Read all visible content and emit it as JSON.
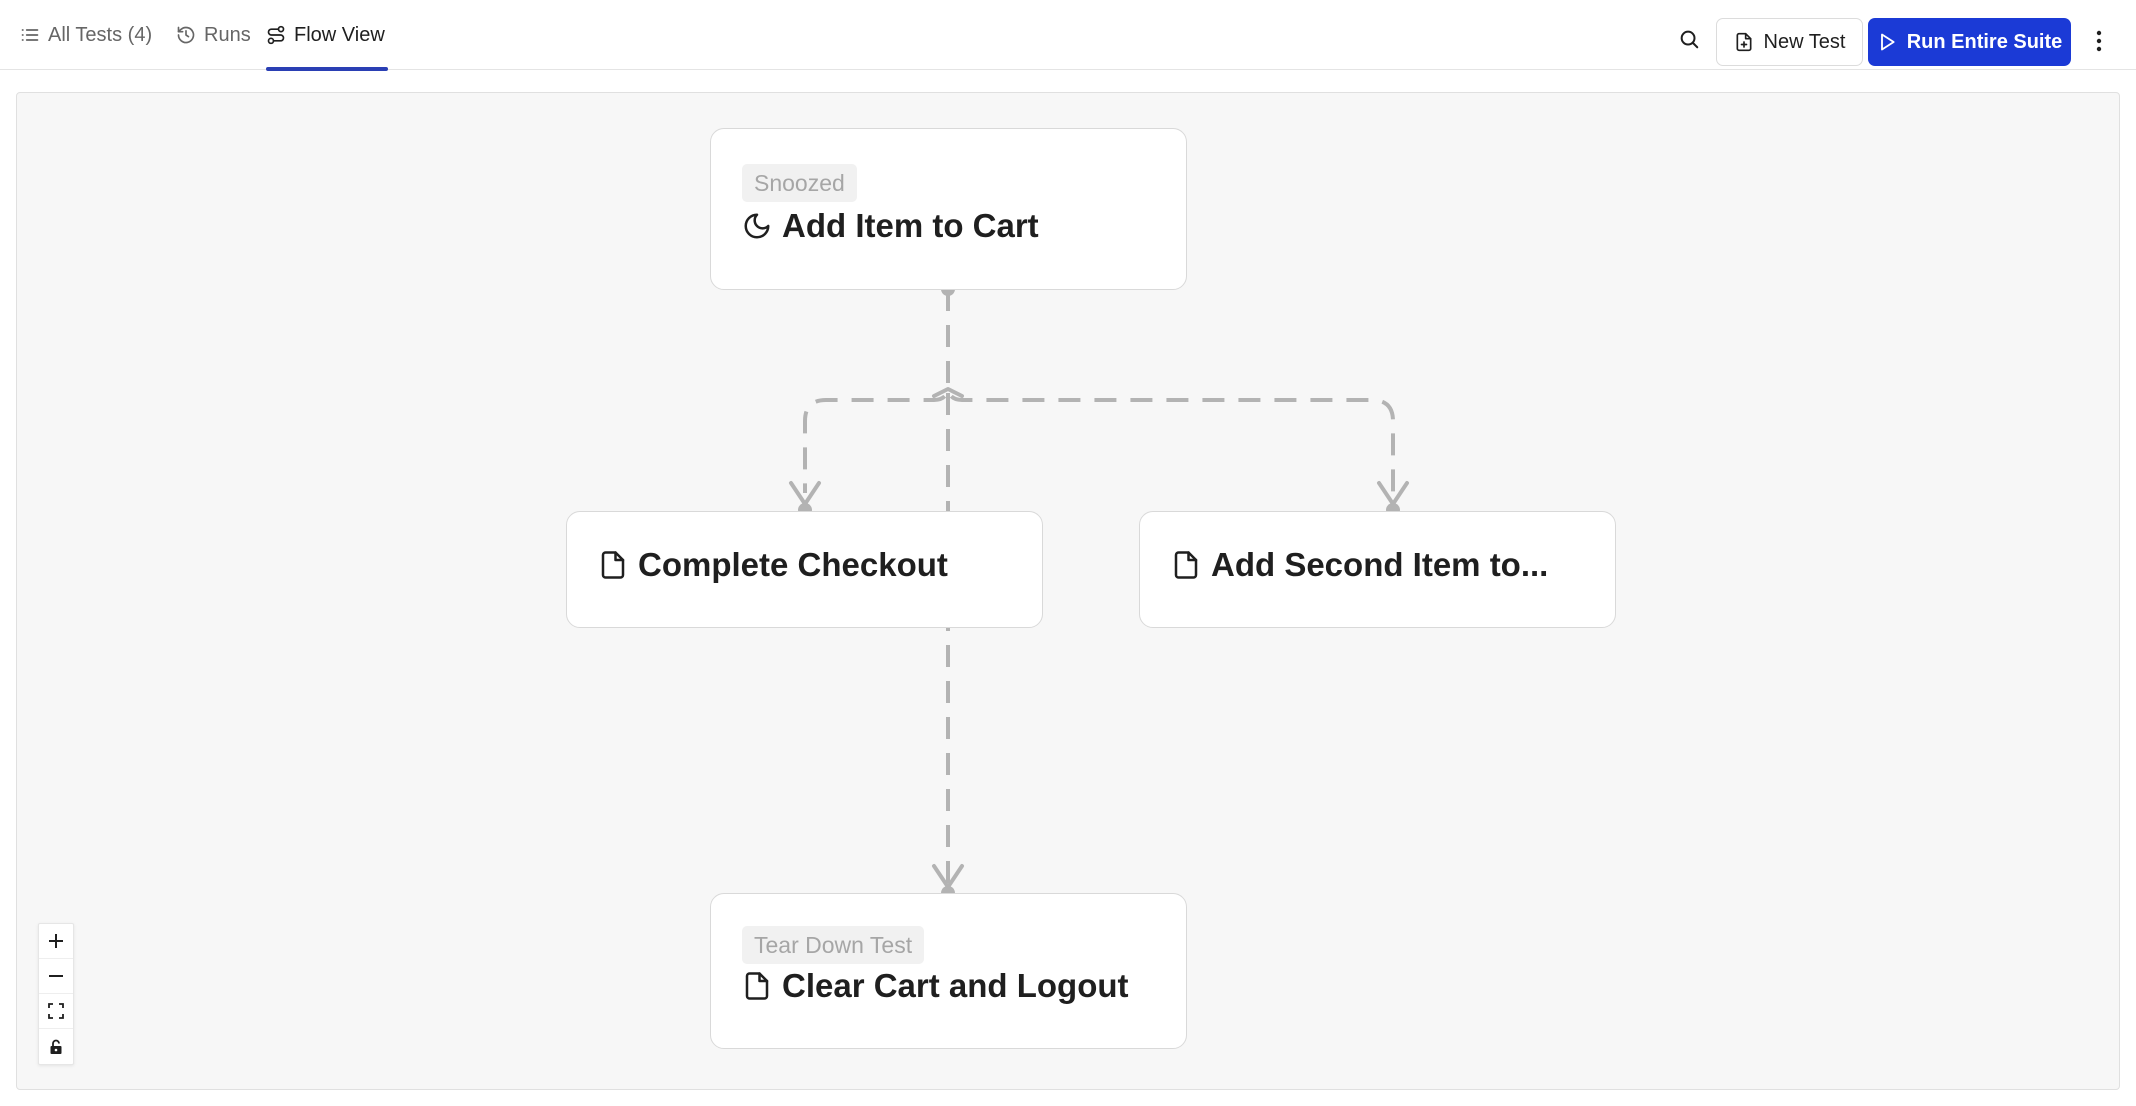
{
  "tabs": [
    {
      "label": "All Tests (4)",
      "icon": "list-icon",
      "active": false
    },
    {
      "label": "Runs",
      "icon": "history-icon",
      "active": false
    },
    {
      "label": "Flow View",
      "icon": "flow-icon",
      "active": true
    }
  ],
  "toolbar": {
    "search_icon": "search-icon",
    "new_test_label": "New Test",
    "new_test_icon": "file-plus-icon",
    "run_suite_label": "Run Entire Suite",
    "run_suite_icon": "play-icon",
    "more_icon": "kebab-menu-icon"
  },
  "flow": {
    "nodes": [
      {
        "id": "add-item",
        "tag": "Snoozed",
        "title": "Add Item to Cart",
        "icon": "moon-icon"
      },
      {
        "id": "complete-checkout",
        "tag": "",
        "title": "Complete Checkout",
        "icon": "file-icon"
      },
      {
        "id": "add-second-item",
        "tag": "",
        "title": "Add Second Item to...",
        "icon": "file-icon"
      },
      {
        "id": "clear-cart",
        "tag": "Tear Down Test",
        "title": "Clear Cart and Logout",
        "icon": "file-icon"
      }
    ]
  },
  "controls": [
    "zoom-in-icon",
    "zoom-out-icon",
    "fit-view-icon",
    "lock-icon"
  ],
  "colors": {
    "accent": "#1b3ad6",
    "tab_underline": "#2a3fb4",
    "edge": "#b3b3b3",
    "canvas_bg": "#f7f7f7"
  }
}
